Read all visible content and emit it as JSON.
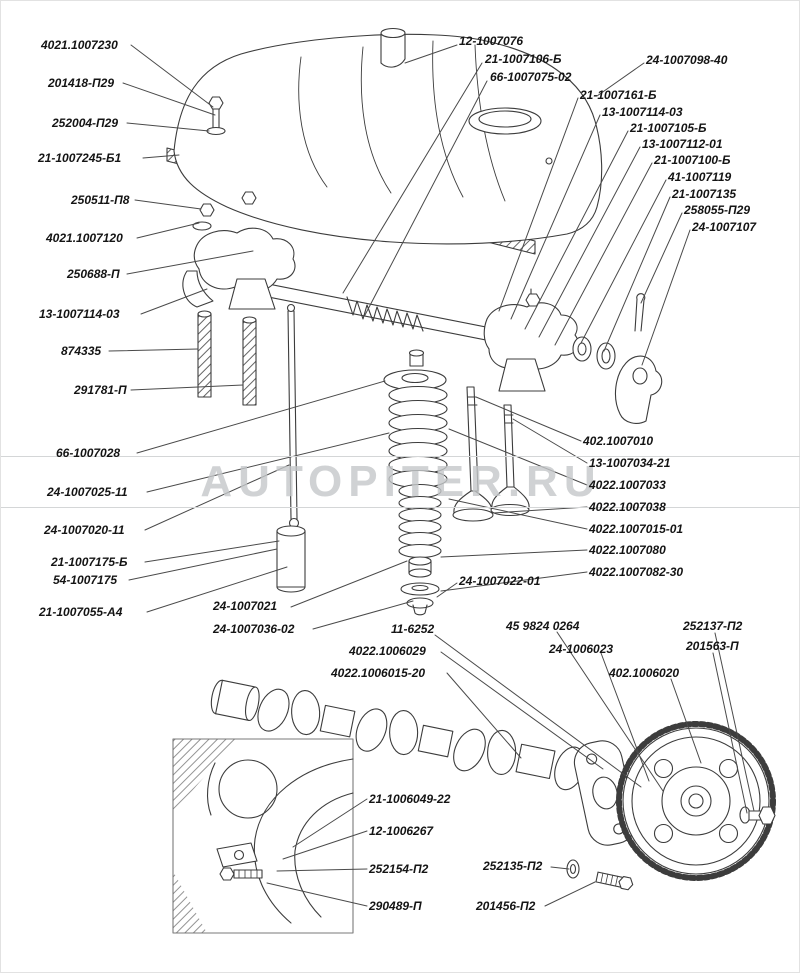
{
  "watermark": "AUTOPITER.RU",
  "labels": {
    "left": [
      "4021.1007230",
      "201418-П29",
      "252004-П29",
      "21-1007245-Б1",
      "250511-П8",
      "4021.1007120",
      "250688-П",
      "13-1007114-03",
      "874335",
      "291781-П",
      "66-1007028",
      "24-1007025-11",
      "24-1007020-11",
      "21-1007175-Б",
      "54-1007175",
      "21-1007055-А4"
    ],
    "top": [
      "12-1007076",
      "21-1007106-Б",
      "66-1007075-02"
    ],
    "top_right": [
      "24-1007098-40",
      "21-1007161-Б",
      "13-1007114-03",
      "21-1007105-Б",
      "13-1007112-01",
      "21-1007100-Б",
      "41-1007119",
      "21-1007135",
      "258055-П29",
      "24-1007107"
    ],
    "right": [
      "402.1007010",
      "13-1007034-21",
      "4022.1007033",
      "4022.1007038",
      "4022.1007015-01",
      "4022.1007080",
      "4022.1007082-30"
    ],
    "mid": [
      "24-1007022-01",
      "24-1007021",
      "24-1007036-02"
    ],
    "bottom": [
      "11-6252",
      "45 9824 0264",
      "4022.1006029",
      "24-1006023",
      "4022.1006015-20",
      "252137-П2",
      "201563-П",
      "402.1006020"
    ],
    "inset": [
      "21-1006049-22",
      "12-1006267",
      "252154-П2",
      "290489-П",
      "252135-П2",
      "201456-П2"
    ]
  }
}
